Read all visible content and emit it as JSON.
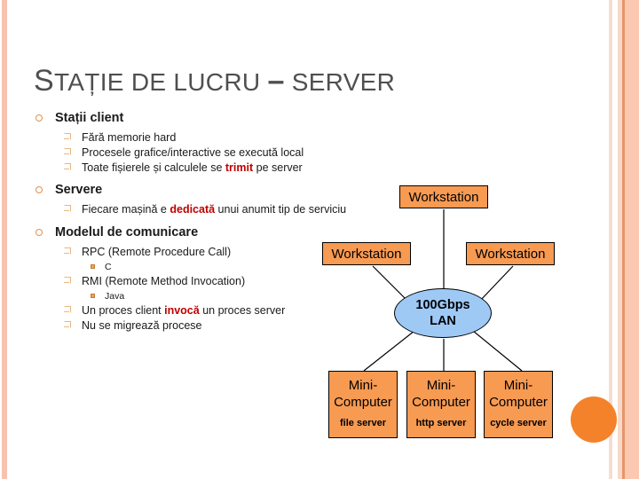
{
  "slide": {
    "title_initial": "S",
    "title_rest": "TAȚIE DE LUCRU ",
    "title_dash": "–",
    "title_tail": " SERVER",
    "title_full": "STAȚIE DE LUCRU – SERVER"
  },
  "outline": {
    "b1": "Stații client",
    "b1_1": "Fără memorie hard",
    "b1_2": "Procesele grafice/interactive se execută local",
    "b1_3_a": "Toate fișierele și calculele se ",
    "b1_3_em": "trimit",
    "b1_3_b": " pe server",
    "b2": "Servere",
    "b2_1_a": "Fiecare mașină e ",
    "b2_1_em": "dedicată",
    "b2_1_b": " unui anumit tip de serviciu",
    "b3": "Modelul de comunicare",
    "b3_1": "RPC (Remote Procedure Call)",
    "b3_1_1": "C",
    "b3_2": "RMI (Remote Method Invocation)",
    "b3_2_1": "Java",
    "b3_3_a": "Un proces client ",
    "b3_3_em": "invocă",
    "b3_3_b": " un proces server",
    "b3_4": "Nu se migrează procese"
  },
  "diagram": {
    "workstation_top": "Workstation",
    "workstation_left": "Workstation",
    "workstation_right": "Workstation",
    "lan_line1": "100Gbps",
    "lan_line2": "LAN",
    "mini1_line1": "Mini-",
    "mini1_line2": "Computer",
    "mini1_role": "file server",
    "mini2_line1": "Mini-",
    "mini2_line2": "Computer",
    "mini2_role": "http server",
    "mini3_line1": "Mini-",
    "mini3_line2": "Computer",
    "mini3_role": "cycle server"
  },
  "colors": {
    "node_fill": "#f79a52",
    "lan_fill": "#9ec9f5",
    "accent_stripe": "#f7c3b0",
    "deco_circle": "#f4822a",
    "title_text": "#4f4f52",
    "emphasis": "#c00000",
    "bullet_level1": "#e09050",
    "bullet_level2": "#e8b882",
    "bullet_level3": "#e8a45c"
  }
}
